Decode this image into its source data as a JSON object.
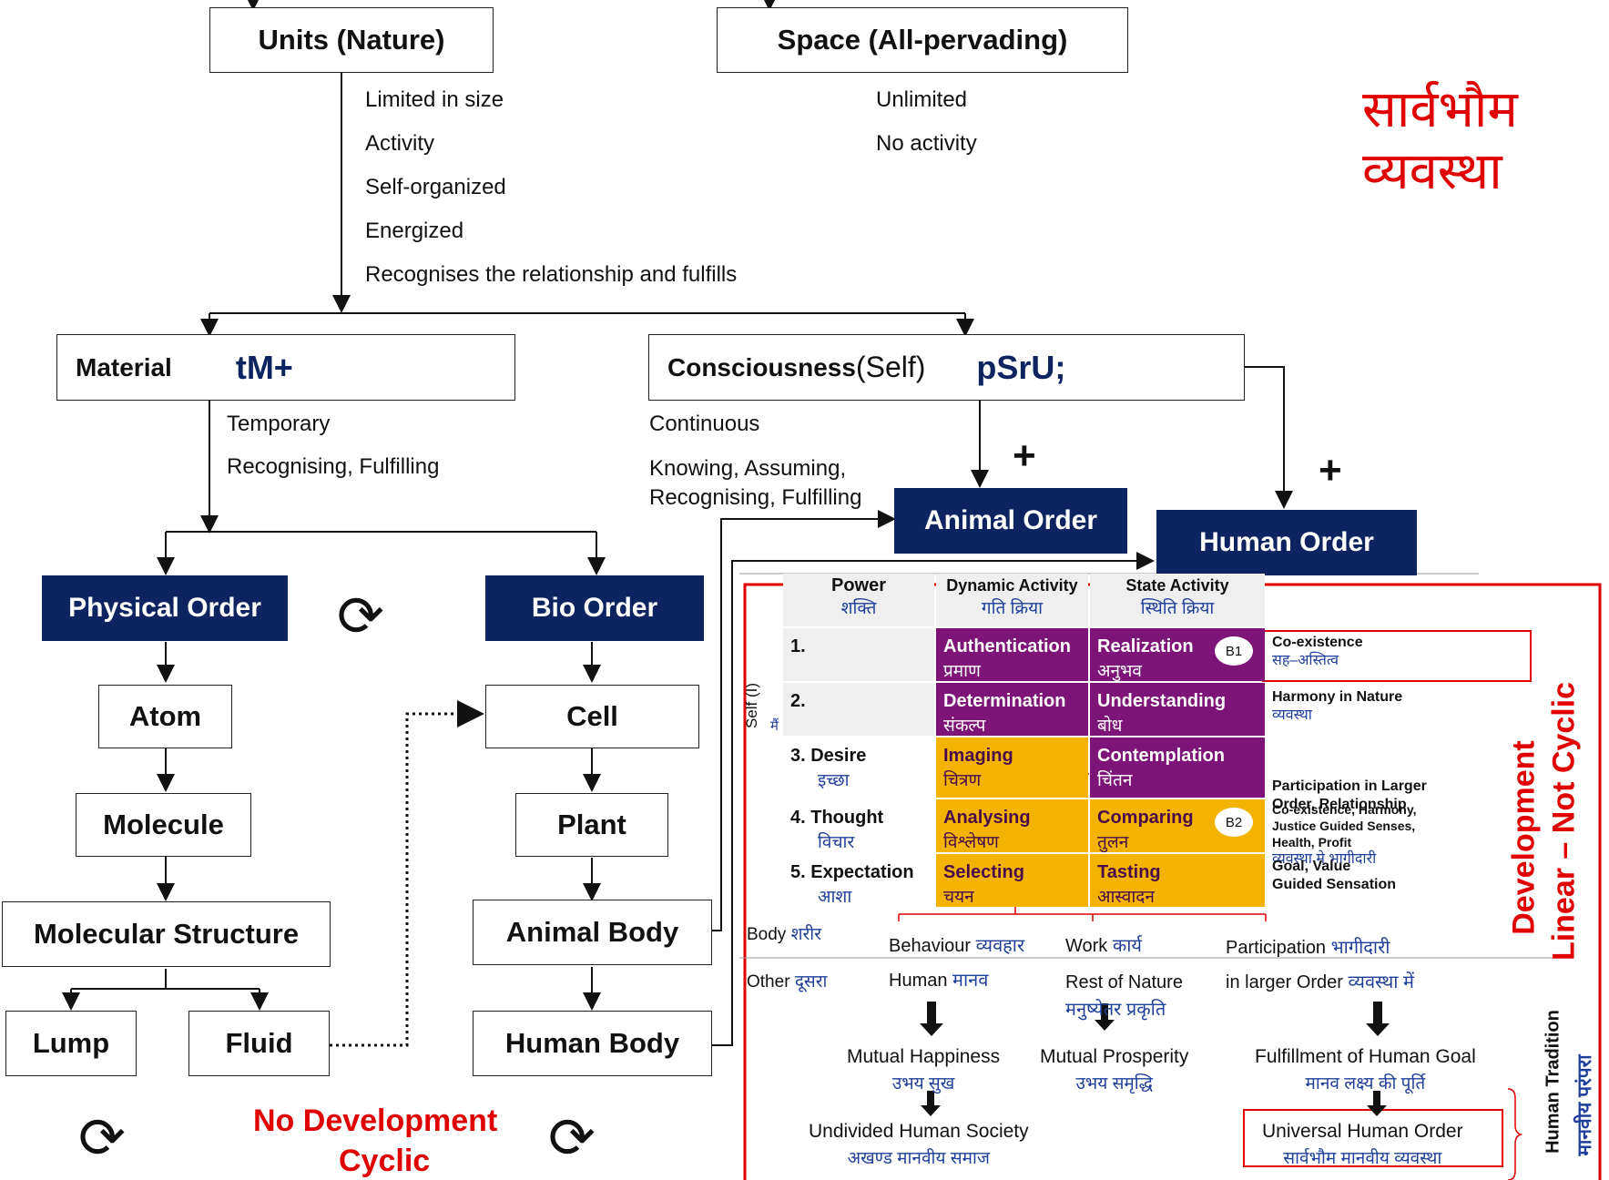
{
  "top": {
    "units": "Units (Nature)",
    "space": "Space (All-pervading)",
    "units_props": [
      "Limited in size",
      "Activity",
      "Self-organized",
      "Energized",
      "Recognises the relationship and fulfills"
    ],
    "space_props": [
      "Unlimited",
      "No activity"
    ],
    "universal_order_hi": [
      "सार्वभौम",
      "व्यवस्था"
    ]
  },
  "material": {
    "label": "Material",
    "code": "tM+",
    "props": [
      "Temporary",
      "Recognising, Fulfilling"
    ]
  },
  "consciousness": {
    "label": "Consciousness",
    "self": "(Self)",
    "code": "pSrU;",
    "props": [
      "Continuous",
      "Knowing, Assuming,",
      "Recognising, Fulfilling"
    ]
  },
  "orders": {
    "physical": "Physical Order",
    "bio": "Bio Order",
    "animal": "Animal Order",
    "human": "Human Order",
    "plus": "+"
  },
  "physical_chain": [
    "Atom",
    "Molecule",
    "Molecular Structure",
    "Lump",
    "Fluid"
  ],
  "bio_chain": [
    "Cell",
    "Plant",
    "Animal Body",
    "Human Body"
  ],
  "no_development": [
    "No Development",
    "Cyclic"
  ],
  "cycle_symbol": "⟳",
  "development": [
    "Development",
    "Linear – Not Cyclic"
  ],
  "tradition": [
    "Human Tradition",
    "मानवीय परंपरा"
  ],
  "table": {
    "headers": [
      {
        "en": "Power",
        "hi": "शक्ति"
      },
      {
        "en": "Dynamic Activity",
        "hi": "गति क्रिया"
      },
      {
        "en": "State  Activity",
        "hi": "स्थिति क्रिया"
      }
    ],
    "self_label": "Self (I)",
    "self_hi": "मैं",
    "rows": [
      {
        "power": "1.",
        "power_hi": "",
        "dyn": "Authentication",
        "dyn_hi": "प्रमाण",
        "state": "Realization",
        "state_hi": "अनुभव",
        "badge": "B1",
        "out": "Co-existence",
        "out_hi": "सह–अस्तित्व"
      },
      {
        "power": "2.",
        "power_hi": "",
        "dyn": "Determination",
        "dyn_hi": "संकल्प",
        "state": "Understanding",
        "state_hi": "बोध",
        "badge": "",
        "out": "Harmony in Nature",
        "out_hi": "व्यवस्था"
      },
      {
        "power": "3.  Desire",
        "power_hi": "इच्छा",
        "dyn": "Imaging",
        "dyn_hi": "चित्रण",
        "state": "Contemplation",
        "state_hi": "चिंतन",
        "badge": "",
        "out": "Participation in Larger\nOrder, Relationship",
        "out_hi": "व्यवस्था मे भागीदारी"
      },
      {
        "power": "4.  Thought",
        "power_hi": "विचार",
        "dyn": "Analysing",
        "dyn_hi": "विश्लेषण",
        "state": "Comparing",
        "state_hi": "तुलन",
        "badge": "B2",
        "out": "Co-existence, Harmony,\nJustice Guided Senses,\nHealth, Profit",
        "out_hi": ""
      },
      {
        "power": "5.  Expectation",
        "power_hi": "आशा",
        "dyn": "Selecting",
        "dyn_hi": "चयन",
        "state": "Tasting",
        "state_hi": "आस्वादन",
        "badge": "",
        "out": "Goal, Value\nGuided Sensation",
        "out_hi": ""
      }
    ],
    "body": {
      "en": "Body",
      "hi": "शरीर"
    },
    "behaviour": {
      "en": "Behaviour",
      "hi": "व्यवहार"
    },
    "work": {
      "en": "Work",
      "hi": "कार्य"
    },
    "participation": {
      "en": "Participation",
      "hi": "भागीदारी"
    },
    "other": {
      "en": "Other",
      "hi": "दूसरा"
    },
    "human": {
      "en": "Human",
      "hi": "मानव"
    },
    "rest": {
      "en": "Rest of Nature",
      "hi": "मनुष्येतर  प्रकृति"
    },
    "larger": {
      "en": "in larger Order",
      "hi": "व्यवस्था  में"
    },
    "mutual_happiness": {
      "en": "Mutual Happiness",
      "hi": "उभय सुख"
    },
    "mutual_prosperity": {
      "en": "Mutual Prosperity",
      "hi": "उभय समृद्धि"
    },
    "fulfillment": {
      "en": "Fulfillment of Human Goal",
      "hi": "मानव लक्ष्य की पूर्ति"
    },
    "undivided": {
      "en": "Undivided Human Society",
      "hi": "अखण्ड मानवीय समाज"
    },
    "universal": {
      "en": "Universal Human Order",
      "hi": "सार्वभौम मानवीय व्यवस्था"
    }
  },
  "colors": {
    "navy": "#0d2461",
    "purple": "#7d1478",
    "gold": "#f3b300",
    "red": "#e00000",
    "hindi_blue": "#1f3f9b"
  }
}
